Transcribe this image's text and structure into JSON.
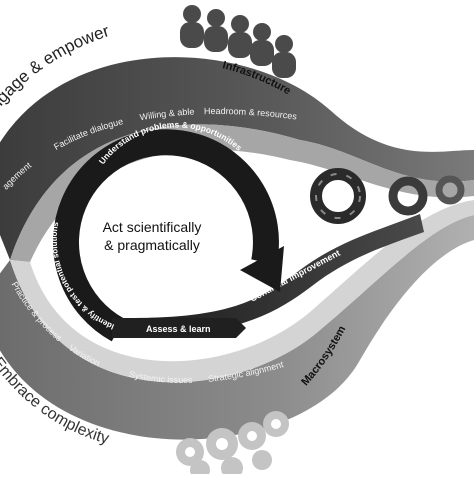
{
  "top_band": {
    "title": "Engage & empower",
    "items": [
      "agement",
      "Facilitate dialogue",
      "Willing & able",
      "Headroom & resources"
    ],
    "side_label": "Infrastructure"
  },
  "bottom_band": {
    "title": "Embrace complexity",
    "items": [
      "Practice & process",
      "Variation",
      "Systemic issues",
      "Strategic alignment"
    ],
    "side_label": "Macrosystem"
  },
  "cycle": {
    "center_text": [
      "Act scientifically",
      "& pragmatically"
    ],
    "steps": [
      "Understand problems & opportunities",
      "Identify & test potential solutions",
      "Assess & learn"
    ]
  },
  "ribbon_label": "Continual improvement"
}
